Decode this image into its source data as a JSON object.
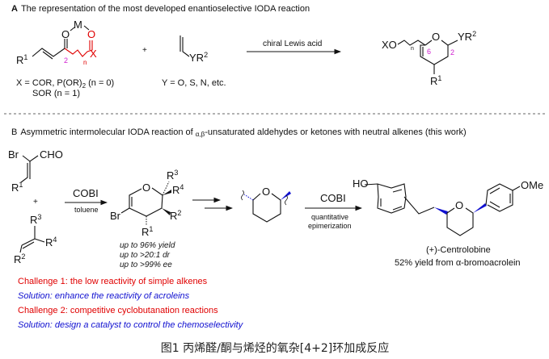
{
  "partA": {
    "title_letter": "A",
    "title": "The representation of the most developed enantioselective IODA reaction",
    "reactant1": {
      "r": "R",
      "r_sup": "1",
      "o1": "O",
      "m": "M",
      "o2": "O",
      "x": "X",
      "pos2": "2",
      "n": "n"
    },
    "reactant1_note1": "X = COR, P(OR)",
    "reactant1_note1_sub": "2",
    "reactant1_note1_end": " (n = 0)",
    "reactant1_note2": "SOR (n = 1)",
    "plus": "+",
    "reactant2": {
      "yr": "YR",
      "sup": "2"
    },
    "reactant2_note": "Y = O, S, N, etc.",
    "arrow_label": "chiral Lewis acid",
    "product": {
      "xo": "XO",
      "n": "n",
      "o": "O",
      "yr": "YR",
      "yr_sup": "2",
      "pos6": "6",
      "pos2": "2",
      "r": "R",
      "r_sup": "1"
    }
  },
  "partB": {
    "title_letter": "B",
    "title_pre": "Asymmetric intermolecular IODA reaction of ",
    "title_sub": "α,β",
    "title_post": "-unsaturated aldehydes or ketones with neutral alkenes (this work)",
    "aldehyde": {
      "br": "Br",
      "cho": "CHO",
      "r": "R",
      "r_sup": "1"
    },
    "plus": "+",
    "alkene": {
      "r3": "R",
      "r3_sup": "3",
      "r4": "R",
      "r4_sup": "4",
      "r2": "R",
      "r2_sup": "2"
    },
    "step1": {
      "reagent": "COBI",
      "solvent": "toluene"
    },
    "product": {
      "o": "O",
      "br": "Br",
      "r1": "R",
      "r1_sup": "1",
      "r2": "R",
      "r2_sup": "2",
      "r3": "R",
      "r3_sup": "3",
      "r4": "R",
      "r4_sup": "4"
    },
    "results": [
      "up to 96% yield",
      "up to >20:1 dr",
      "up to >99% ee"
    ],
    "fragment": {
      "o": "O"
    },
    "step2": {
      "reagent": "COBI",
      "note1": "quantitative",
      "note2": "epimerization"
    },
    "target": {
      "ho": "HO",
      "ome": "OMe",
      "o": "O",
      "name": "(+)-Centrolobine",
      "yield_pre": "52% yield from ",
      "yield_greek": "α",
      "yield_post": "-bromoacrolein"
    },
    "challenges": [
      {
        "text": "Challenge 1: the low reactivity of  simple alkenes",
        "kind": "challenge"
      },
      {
        "text": "Solution: enhance the reactivity of acroleins",
        "kind": "solution"
      },
      {
        "text": "Challenge 2: competitive cyclobutanation reactions",
        "kind": "challenge"
      },
      {
        "text": "Solution: design a catalyst to control the chemoselectivity",
        "kind": "solution"
      }
    ]
  },
  "caption": "图1  丙烯醛/酮与烯烃的氧杂[4+2]环加成反应",
  "colors": {
    "challenge": "#e00000",
    "solution": "#1010d0",
    "highlight": "#d020d0",
    "bond_highlight": "#1010d0"
  }
}
